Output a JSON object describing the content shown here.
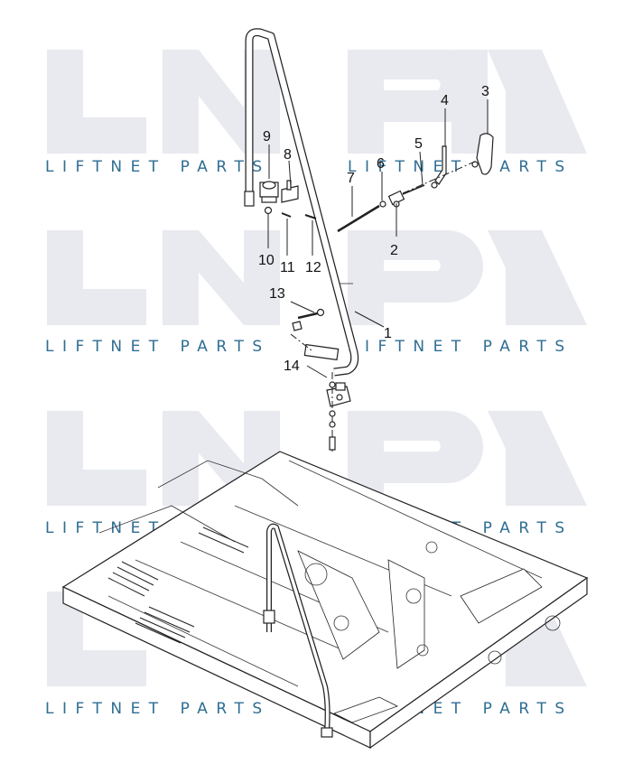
{
  "watermark": {
    "text": "LIFTNET PARTS",
    "logo_text": "LNP",
    "color": "#2f6e93",
    "logo_color": "#e8eaef"
  },
  "callouts": [
    "1",
    "2",
    "3",
    "4",
    "5",
    "6",
    "7",
    "8",
    "9",
    "10",
    "11",
    "12",
    "13",
    "14"
  ]
}
